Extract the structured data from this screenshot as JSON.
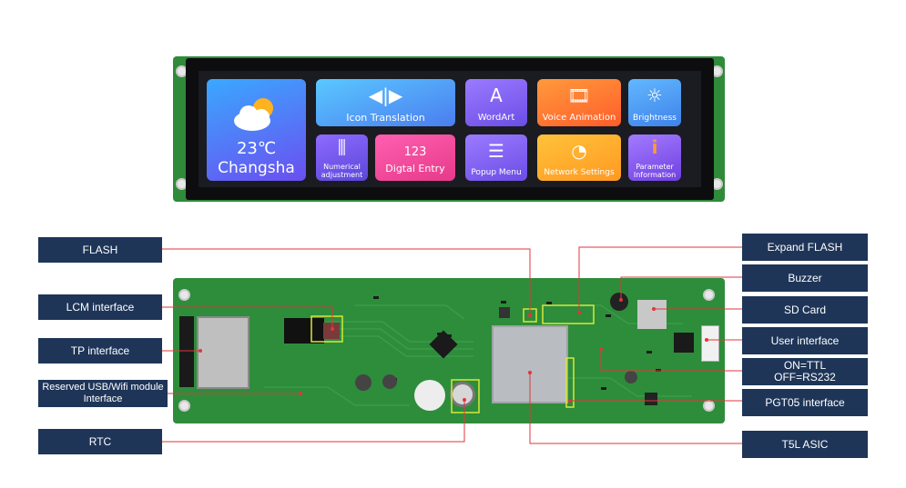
{
  "display": {
    "weather": {
      "temp": "23℃",
      "city": "Changsha"
    },
    "tiles": [
      {
        "label": "Icon Translation",
        "icon": "◀|▶"
      },
      {
        "label": "WordArt",
        "icon": "A"
      },
      {
        "label": "Voice Animation",
        "icon": "🎞"
      },
      {
        "label": "Brightness",
        "icon": "☼"
      },
      {
        "label": "Numerical adjustment",
        "icon": "⫼"
      },
      {
        "label": "Digtal Entry",
        "icon": "123"
      },
      {
        "label": "Popup Menu",
        "icon": "☰"
      },
      {
        "label": "Network Settings",
        "icon": "◔"
      },
      {
        "label": "Parameter Information",
        "icon": "i"
      }
    ]
  },
  "callouts": {
    "flash": "FLASH",
    "lcm": "LCM interface",
    "tp": "TP interface",
    "usb_wifi": "Reserved USB/Wifi module Interface",
    "rtc": "RTC",
    "expand_flash": "Expand FLASH",
    "buzzer": "Buzzer",
    "sd_card": "SD Card",
    "user_interface": "User interface",
    "on_off": "ON=TTL\nOFF=RS232",
    "pgt05": "PGT05 interface",
    "t5l": "T5L ASIC"
  },
  "colors": {
    "label_bg": "#1e3558",
    "pcb_green": "#2d8d3b",
    "leader_red": "#e0363b",
    "highlight_yellow": "#d8e838"
  }
}
